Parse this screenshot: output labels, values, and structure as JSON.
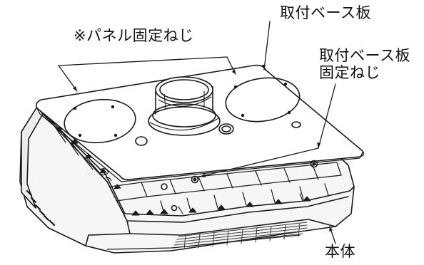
{
  "labels": {
    "panel_screws": "※パネル固定ねじ",
    "mounting_base_plate": "取付ベース板",
    "mounting_base_plate_screw_line1": "取付ベース板",
    "mounting_base_plate_screw_line2": "固定ねじ",
    "main_body": "本体"
  },
  "colors": {
    "line": "#1a1a1a",
    "fill_plate": "#ffffff",
    "fill_body": "#f4f4f4",
    "grille": "#3a3a3a"
  }
}
